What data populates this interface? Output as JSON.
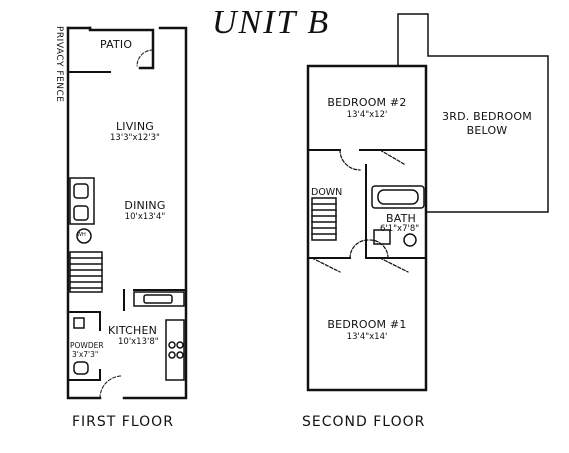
{
  "title": "UNIT B",
  "first_floor": {
    "label": "FIRST FLOOR",
    "privacy_fence": "PRIVACY FENCE",
    "patio": "PATIO",
    "living": {
      "name": "LIVING",
      "size": "13'3\"x12'3\""
    },
    "dining": {
      "name": "DINING",
      "size": "10'x13'4\""
    },
    "wh": "WH",
    "kitchen": {
      "name": "KITCHEN",
      "size": "10'x13'8\""
    },
    "powder": {
      "name": "POWDER",
      "size": "3'x7'3\""
    }
  },
  "second_floor": {
    "label": "SECOND FLOOR",
    "bedroom2": {
      "name": "BEDROOM #2",
      "size": "13'4\"x12'"
    },
    "third_bedroom": {
      "line1": "3RD. BEDROOM",
      "line2": "BELOW"
    },
    "down": "DOWN",
    "bath": {
      "name": "BATH",
      "size": "6'1\"x7'8\""
    },
    "bedroom1": {
      "name": "BEDROOM #1",
      "size": "13'4\"x14'"
    }
  }
}
